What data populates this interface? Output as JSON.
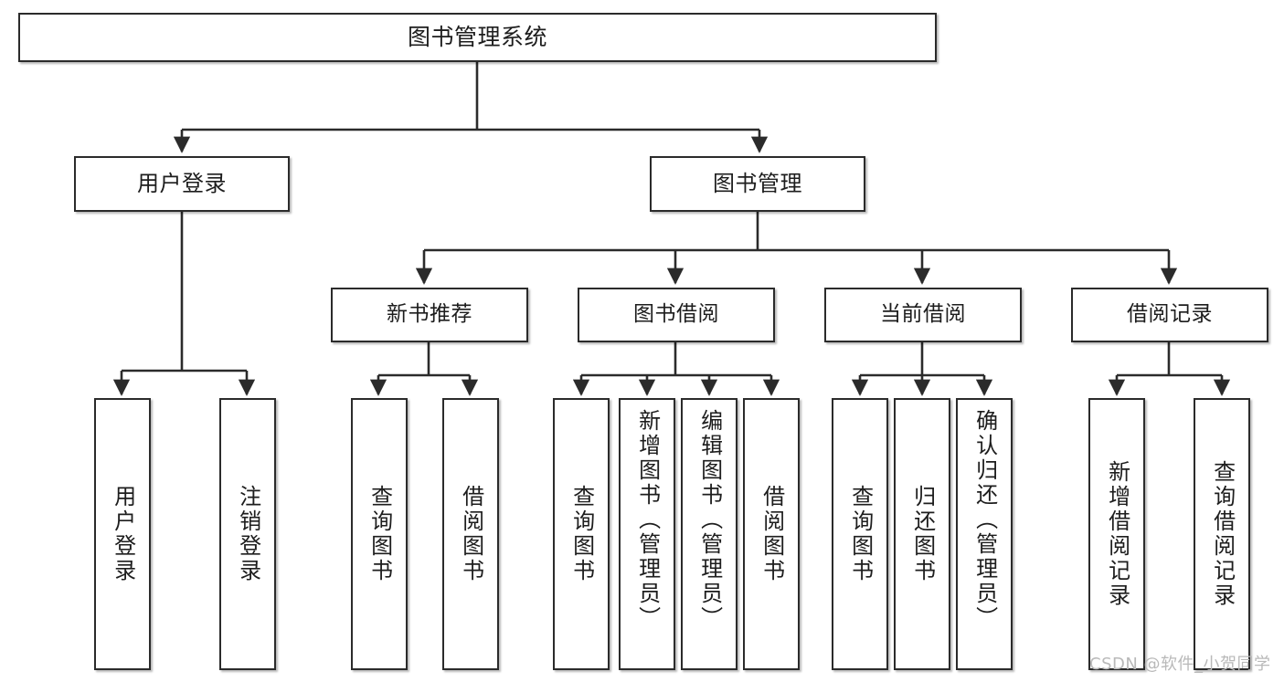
{
  "diagram": {
    "title": "图书管理系统",
    "type": "tree",
    "watermark": "CSDN @软件_小贺同学",
    "colors": {
      "box_border": "#2b2b2b",
      "box_fill": "#ffffff",
      "edge": "#2b2b2b",
      "watermark": "#b9b9b9"
    },
    "nodes": {
      "root": {
        "label": "图书管理系统"
      },
      "level2": [
        {
          "id": "user-login",
          "label": "用户登录"
        },
        {
          "id": "book-management",
          "label": "图书管理"
        }
      ],
      "level3": [
        {
          "id": "new-book-recommend",
          "label": "新书推荐"
        },
        {
          "id": "book-borrow",
          "label": "图书借阅"
        },
        {
          "id": "current-borrow",
          "label": "当前借阅"
        },
        {
          "id": "borrow-record",
          "label": "借阅记录"
        }
      ],
      "leaves": [
        {
          "id": "leaf-user-login",
          "label": "用户登录",
          "parent": "user-login"
        },
        {
          "id": "leaf-logout",
          "label": "注销登录",
          "parent": "user-login"
        },
        {
          "id": "leaf-query-book-1",
          "label": "查询图书",
          "parent": "new-book-recommend"
        },
        {
          "id": "leaf-borrow-book-1",
          "label": "借阅图书",
          "parent": "new-book-recommend"
        },
        {
          "id": "leaf-query-book-2",
          "label": "查询图书",
          "parent": "book-borrow"
        },
        {
          "id": "leaf-add-book",
          "label": "新增图书（管理员）",
          "parent": "book-borrow"
        },
        {
          "id": "leaf-edit-book",
          "label": "编辑图书（管理员）",
          "parent": "book-borrow"
        },
        {
          "id": "leaf-borrow-book-2",
          "label": "借阅图书",
          "parent": "book-borrow"
        },
        {
          "id": "leaf-query-book-3",
          "label": "查询图书",
          "parent": "current-borrow"
        },
        {
          "id": "leaf-return-book",
          "label": "归还图书",
          "parent": "current-borrow"
        },
        {
          "id": "leaf-confirm-return",
          "label": "确认归还（管理员）",
          "parent": "current-borrow"
        },
        {
          "id": "leaf-add-record",
          "label": "新增借阅记录",
          "parent": "borrow-record"
        },
        {
          "id": "leaf-query-record",
          "label": "查询借阅记录",
          "parent": "borrow-record"
        }
      ]
    }
  }
}
